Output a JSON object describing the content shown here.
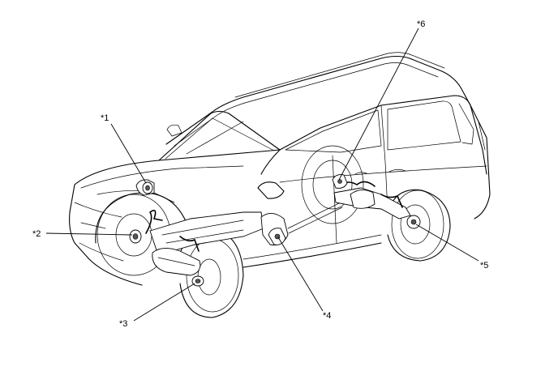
{
  "callouts": [
    {
      "id": "c1",
      "text": "*1"
    },
    {
      "id": "c2",
      "text": "*2"
    },
    {
      "id": "c3",
      "text": "*3"
    },
    {
      "id": "c4",
      "text": "*4"
    },
    {
      "id": "c5",
      "text": "*5"
    },
    {
      "id": "c6",
      "text": "*6"
    }
  ]
}
